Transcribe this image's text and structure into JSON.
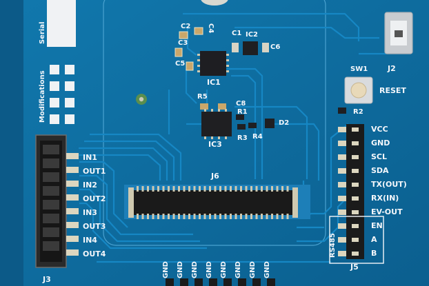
{
  "left_labels": {
    "serial": "Serial",
    "modifications": "Modifications"
  },
  "components": {
    "c2": "C2",
    "c4": "C4",
    "c3": "C3",
    "c5": "C5",
    "ic1": "IC1",
    "c1": "C1",
    "ic2": "IC2",
    "c6": "C6",
    "r5": "R5",
    "c8": "C8",
    "r1": "R1",
    "r3": "R3",
    "r4": "R4",
    "d2": "D2",
    "ic3": "IC3",
    "sw1": "SW1",
    "reset": "RESET",
    "r2": "R2",
    "j2": "J2",
    "j6": "J6",
    "j3": "J3",
    "j5": "J5",
    "rs485": "RS485"
  },
  "j3_pins": [
    "IN1",
    "OUT1",
    "IN2",
    "OUT2",
    "IN3",
    "OUT3",
    "IN4",
    "OUT4"
  ],
  "j5_pins": [
    "VCC",
    "GND",
    "SCL",
    "SDA",
    "TX(OUT)",
    "RX(IN)",
    "EV-OUT",
    "EN",
    "A",
    "B"
  ],
  "bottom_pins": [
    "GND",
    "GND",
    "GND",
    "GND",
    "GND",
    "GND",
    "GND",
    "GND"
  ],
  "colors": {
    "pcb": "#0f6ea3",
    "silkscreen": "#f4f7fb",
    "copper": "#d6cfae",
    "connector": "#1c1c1c"
  }
}
